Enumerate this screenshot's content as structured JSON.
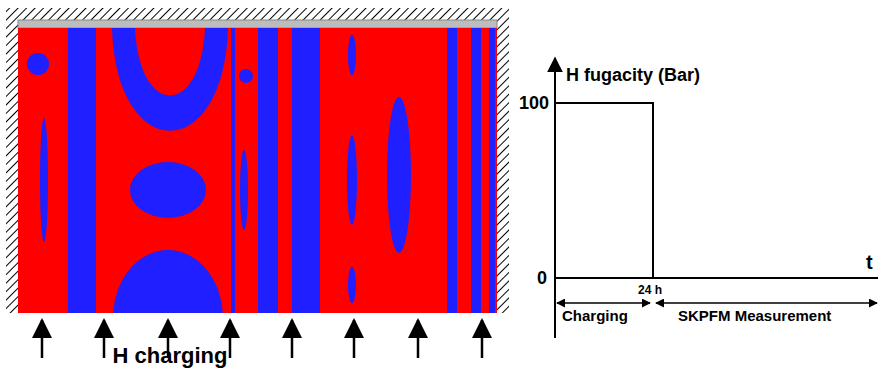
{
  "diagram": {
    "labels": [
      "H charging",
      "H fugacity (Bar)",
      "100",
      "0",
      "t",
      "24 h",
      "Charging",
      "SKPFM Measurement"
    ]
  }
}
